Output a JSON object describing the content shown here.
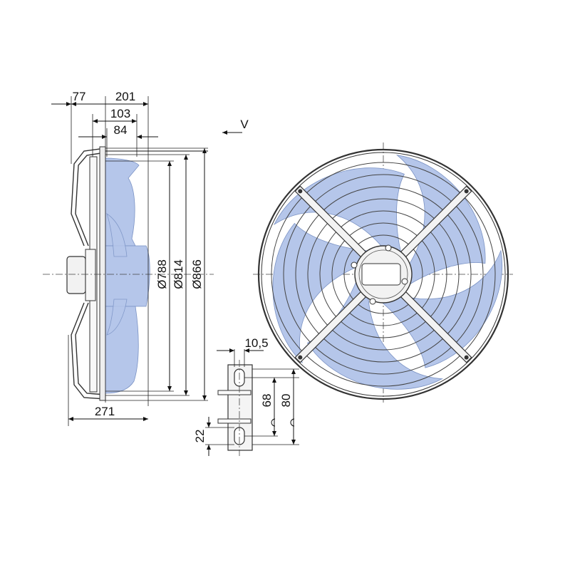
{
  "labels": {
    "dim_77": "77",
    "dim_201": "201",
    "dim_103": "103",
    "dim_84": "84",
    "dim_788": "Ø788",
    "dim_814": "Ø814",
    "dim_866": "Ø866",
    "dim_271": "271",
    "view_arrow": "V",
    "dim_10_5": "10,5",
    "dim_68": "68",
    "dim_80": "80",
    "dim_22": "22"
  },
  "colors": {
    "blade": "#b5c6ea",
    "blade_edge": "#7a92c4",
    "line": "#333333"
  }
}
